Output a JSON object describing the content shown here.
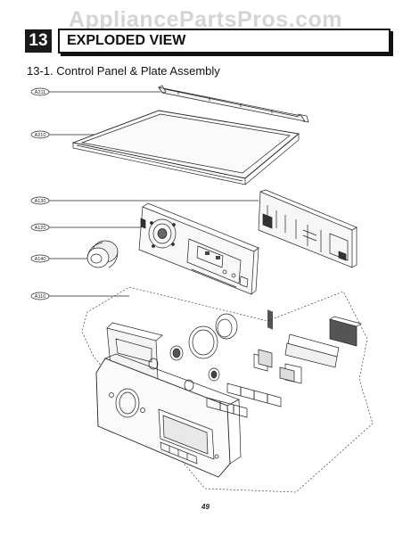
{
  "watermark": "AppliancePartsPros.com",
  "header": {
    "chapter_number": "13",
    "title": "EXPLODED VIEW"
  },
  "subtitle": "13-1. Control Panel & Plate Assembly",
  "callouts": [
    {
      "label": "A211",
      "part": "rail"
    },
    {
      "label": "A210",
      "part": "top-plate"
    },
    {
      "label": "A130",
      "part": "pcb-board"
    },
    {
      "label": "A120",
      "part": "control-frame"
    },
    {
      "label": "A140",
      "part": "knob"
    },
    {
      "label": "A110",
      "part": "control-panel-assembly"
    }
  ],
  "page_number": "49"
}
